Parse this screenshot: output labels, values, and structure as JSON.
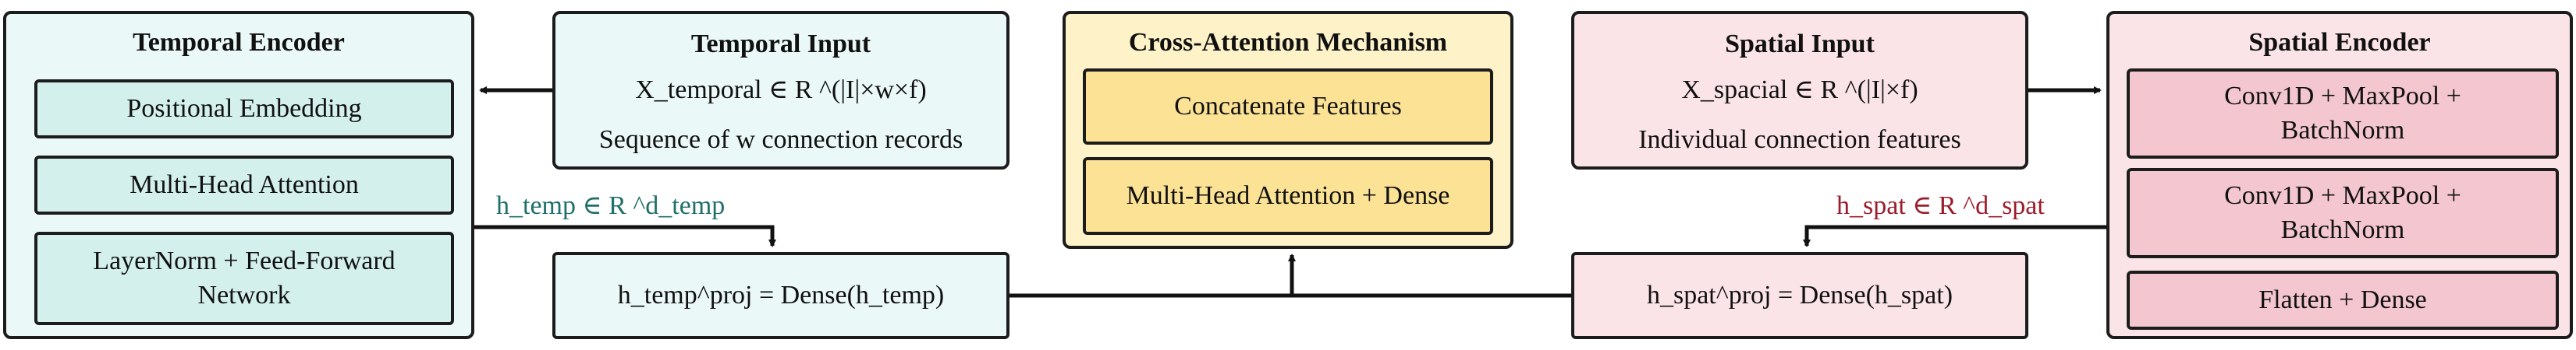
{
  "temporal_encoder": {
    "title": "Temporal Encoder",
    "layers": [
      "Positional Embedding",
      "Multi-Head Attention",
      "LayerNorm + Feed-Forward Network"
    ]
  },
  "temporal_input": {
    "title": "Temporal Input",
    "formula": "X_temporal ∈ R ^(|I|×w×f)",
    "description": "Sequence of w connection records"
  },
  "cross_attention": {
    "title": "Cross-Attention Mechanism",
    "layers": [
      "Concatenate Features",
      "Multi-Head Attention + Dense"
    ]
  },
  "spatial_input": {
    "title": "Spatial Input",
    "formula": "X_spacial ∈ R ^(|I|×f)",
    "description": "Individual connection features"
  },
  "spatial_encoder": {
    "title": "Spatial Encoder",
    "layers": [
      "Conv1D + MaxPool + BatchNorm",
      "Conv1D + MaxPool + BatchNorm",
      "Flatten + Dense"
    ]
  },
  "h_temp_label": "h_temp ∈ R ^d_temp",
  "h_spat_label": "h_spat ∈ R ^d_spat",
  "temp_proj": "h_temp^proj = Dense(h_temp)",
  "spat_proj": "h_spat^proj = Dense(h_spat)",
  "colors": {
    "teal_label": "#1f6f6a",
    "red_label": "#9b1c2a"
  }
}
